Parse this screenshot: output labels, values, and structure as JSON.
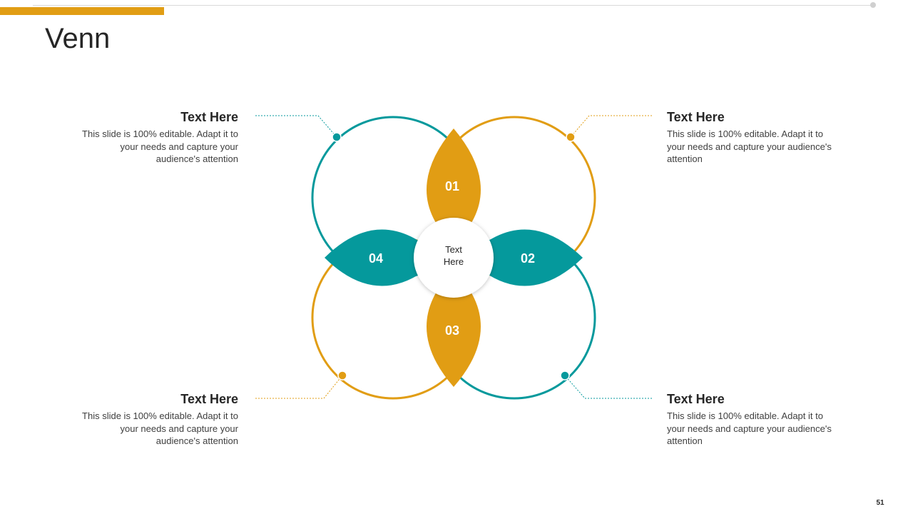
{
  "slide": {
    "title": "Venn",
    "page_number": "51"
  },
  "diagram": {
    "center_label": "Text Here",
    "petals": [
      {
        "number": "01",
        "color": "#E19D14"
      },
      {
        "number": "02",
        "color": "#05999C"
      },
      {
        "number": "03",
        "color": "#E19D14"
      },
      {
        "number": "04",
        "color": "#05999C"
      }
    ],
    "colors": {
      "orange": "#E19D14",
      "teal": "#05999C"
    }
  },
  "callouts": [
    {
      "heading": "Text Here",
      "body": "This slide is 100% editable. Adapt it to your needs and capture your audience's attention"
    },
    {
      "heading": "Text Here",
      "body": "This slide is 100% editable. Adapt it to your needs and capture your audience's attention"
    },
    {
      "heading": "Text Here",
      "body": "This slide is 100% editable. Adapt it to your needs and capture your audience's attention"
    },
    {
      "heading": "Text Here",
      "body": "This slide is 100% editable. Adapt it to your needs and capture your audience's attention"
    }
  ]
}
